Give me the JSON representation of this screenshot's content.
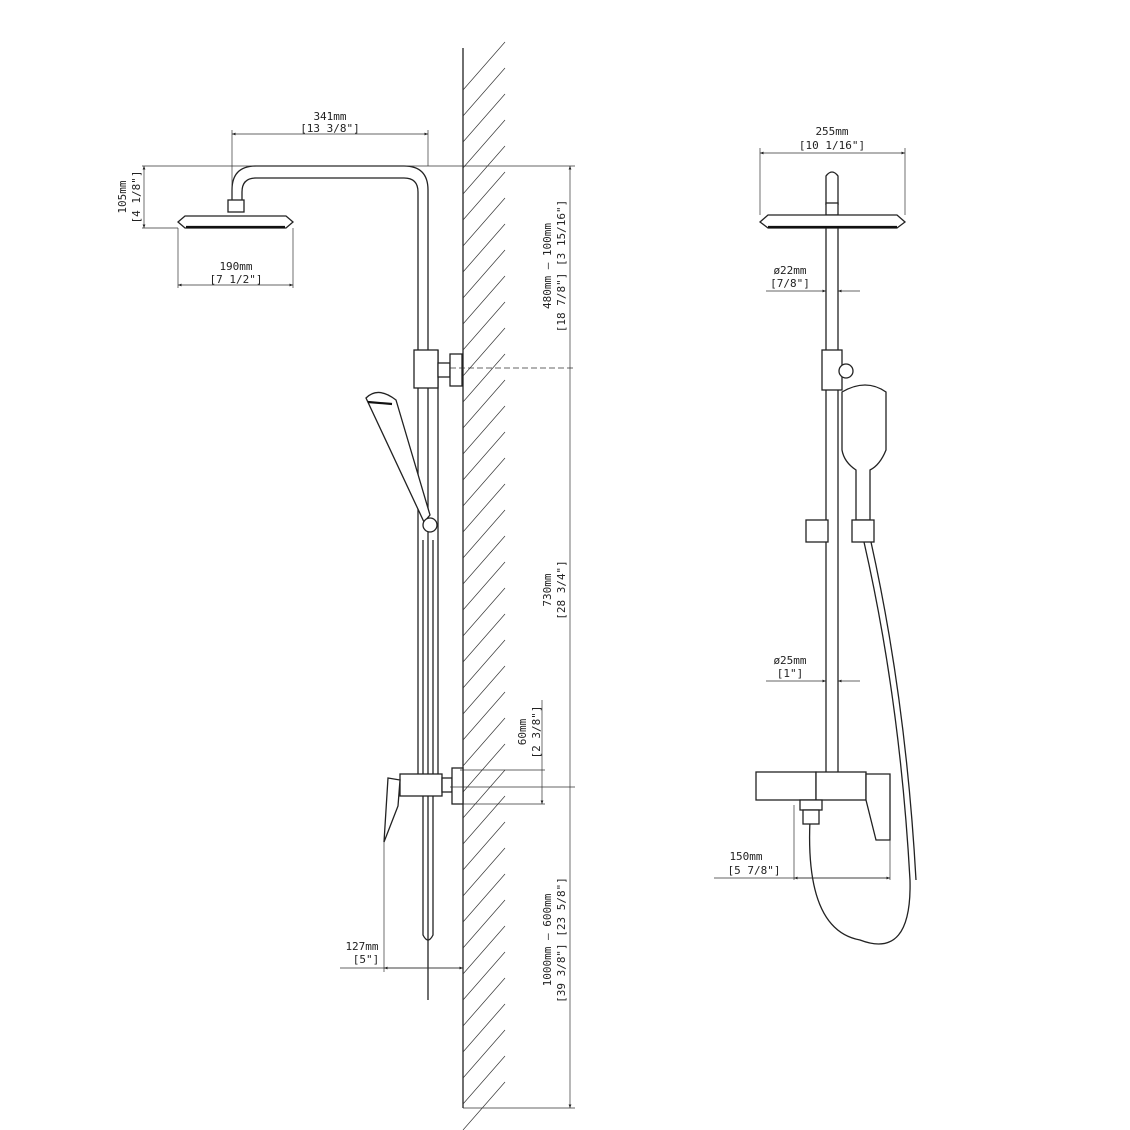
{
  "side_view": {
    "arm_reach": {
      "mm": "341mm",
      "in": "[13 3/8\"]"
    },
    "head_height": {
      "mm": "105mm",
      "in": "[4 1/8\"]"
    },
    "head_width": {
      "mm": "190mm",
      "in": "[7 1/2\"]"
    },
    "upper_range": {
      "mm": "480mm — 100mm",
      "in": "[18 7/8\"]   [3 15/16\"]"
    },
    "rail_length": {
      "mm": "730mm",
      "in": "[28 3/4\"]"
    },
    "outlet_offset": {
      "mm": "60mm",
      "in": "[2 3/8\"]"
    },
    "mixer_range": {
      "mm": "1000mm — 600mm",
      "in": "[39 3/8\"]   [23 5/8\"]"
    },
    "lever_projection": {
      "mm": "127mm",
      "in": "[5\"]"
    }
  },
  "front_view": {
    "head_width": {
      "mm": "255mm",
      "in": "[10 1/16\"]"
    },
    "upper_pipe": {
      "mm": "ø22mm",
      "in": "[7/8\"]"
    },
    "lower_pipe": {
      "mm": "ø25mm",
      "in": "[1\"]"
    },
    "mixer_width": {
      "mm": "150mm",
      "in": "[5 7/8\"]"
    }
  }
}
